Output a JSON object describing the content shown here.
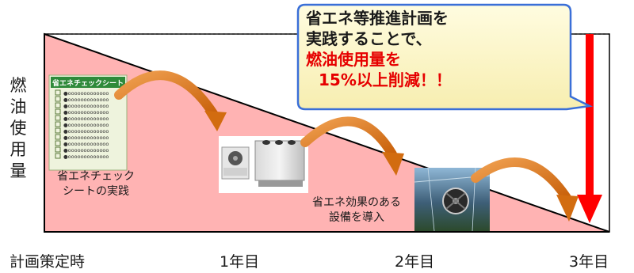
{
  "y_axis_label": [
    "燃",
    "油",
    "使",
    "用",
    "量"
  ],
  "x_axis": {
    "labels": [
      "計画策定時",
      "1年目",
      "2年目",
      "3年目"
    ]
  },
  "callout": {
    "line1": "省エネ等推進計画を",
    "line2": "実践することで、",
    "line3_red": "燃油使用量を",
    "line4_red": "15%以上削減！！"
  },
  "steps": [
    {
      "caption_line1": "省エネチェック",
      "caption_line2": "シートの実践"
    },
    {
      "caption_line1": "",
      "caption_line2": ""
    },
    {
      "caption_line1": "省エネ効果のある",
      "caption_line2": "設備を導入"
    }
  ],
  "checksheet": {
    "title": "省エネチェックシート",
    "row_text": "●ooooooooooooo"
  },
  "colors": {
    "fill": "#ffb3b3",
    "border": "#000000",
    "orange_arrow": "#e07a14",
    "red_arrow": "#ff0000",
    "callout_fill": "#fdf7c8",
    "callout_border": "#3a6fd8"
  }
}
